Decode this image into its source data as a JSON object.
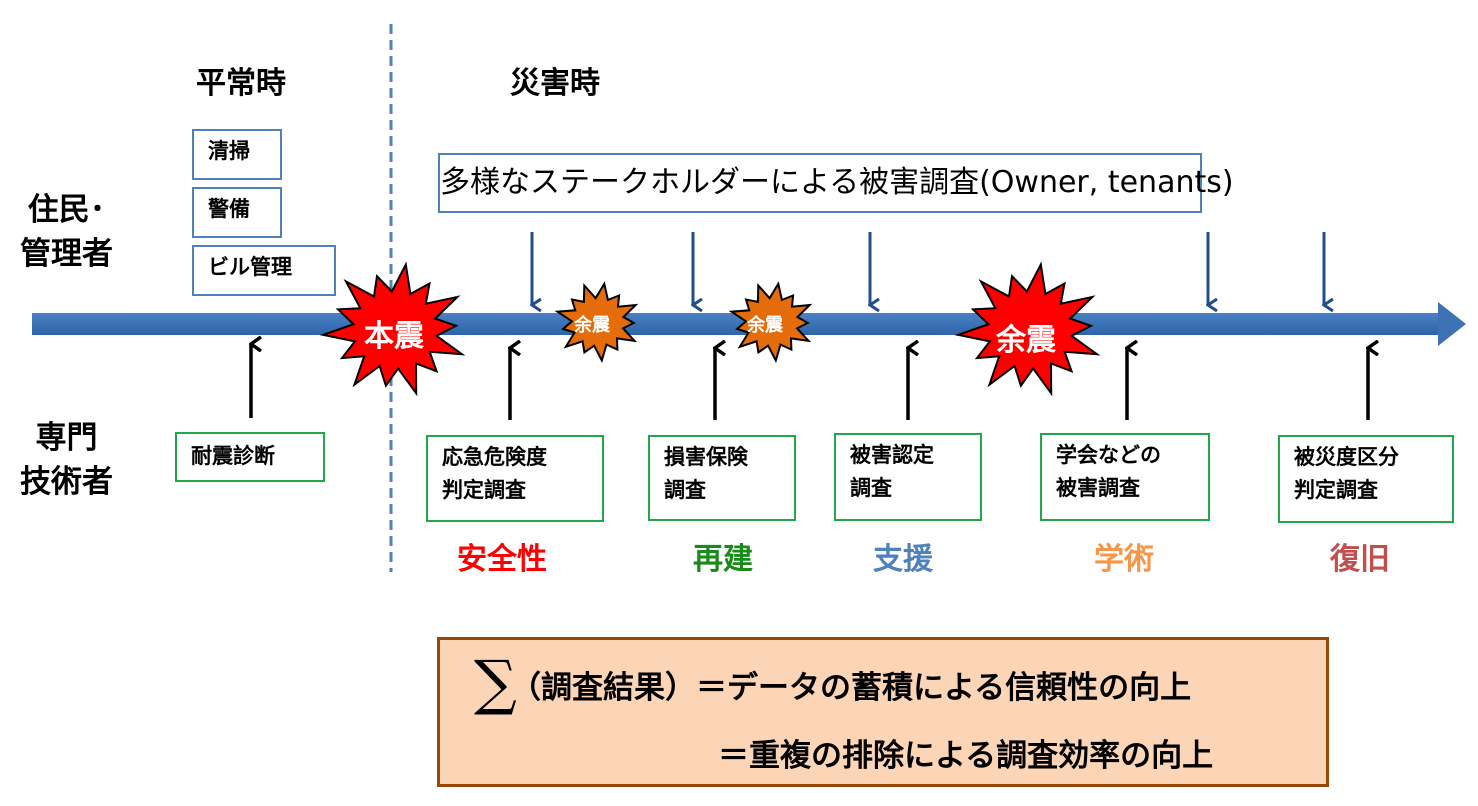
{
  "headers": {
    "normal_time": "平常時",
    "disaster_time": "災害時"
  },
  "roles": {
    "residents": [
      "住民･",
      "管理者"
    ],
    "experts": [
      "専門",
      "技術者"
    ]
  },
  "normal_tasks_residents": [
    "清掃",
    "警備",
    "ビル管理"
  ],
  "normal_tasks_experts": [
    "耐震診断"
  ],
  "stakeholder_banner": "多様なステークホルダーによる被害調査(Owner, tenants)",
  "quakes": [
    {
      "label": "本震",
      "type": "main",
      "color": "#ff0000"
    },
    {
      "label": "余震",
      "type": "small",
      "color": "#e46c0a"
    },
    {
      "label": "余震",
      "type": "small",
      "color": "#e46c0a"
    },
    {
      "label": "余震",
      "type": "large",
      "color": "#ff0000"
    }
  ],
  "surveys": [
    {
      "lines": [
        "応急危険度",
        "判定調査"
      ],
      "category": "安全性",
      "color": "#ff0000"
    },
    {
      "lines": [
        "損害保険",
        "調査"
      ],
      "category": "再建",
      "color": "#1a8a1a"
    },
    {
      "lines": [
        "被害認定",
        "調査"
      ],
      "category": "支援",
      "color": "#4f81bd"
    },
    {
      "lines": [
        "学会などの",
        "被害調査"
      ],
      "category": "学術",
      "color": "#f79646"
    },
    {
      "lines": [
        "被災度区分",
        "判定調査"
      ],
      "category": "復旧",
      "color": "#c0504d"
    }
  ],
  "summary": {
    "sigma": "∑",
    "line1": "（調査結果）＝データの蓄積による信頼性の向上",
    "line2": "＝重複の排除による調査効率の向上"
  },
  "colors": {
    "timeline": "#3d72b4",
    "divider": "#4f81bd",
    "down_arrow": "#1f4e8a",
    "up_arrow": "#000000",
    "resident_box_border": "#4f81bd",
    "expert_box_border": "#22a84b",
    "summary_fill": "#fbd5b5",
    "summary_border": "#984807"
  }
}
